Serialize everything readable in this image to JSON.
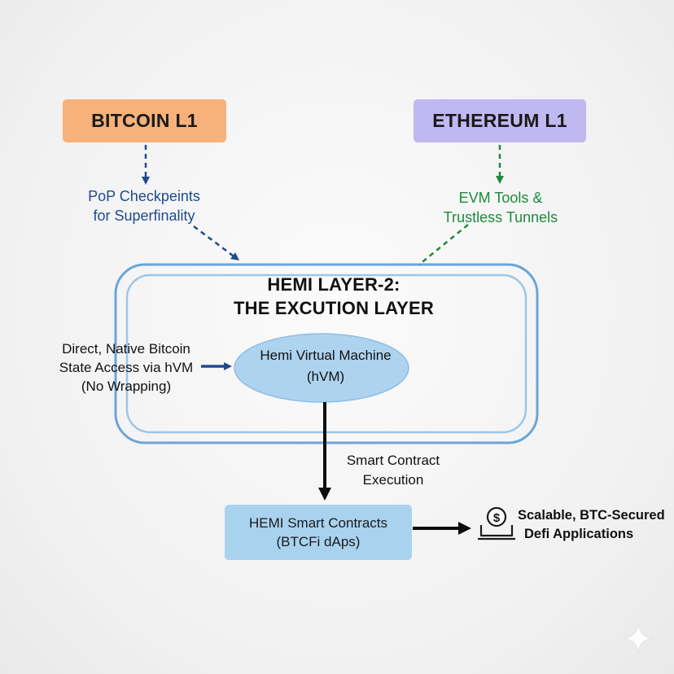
{
  "nodes": {
    "bitcoin": "BITCOIN L1",
    "ethereum": "ETHEREUM L1",
    "hemi_title_line1": "HEMI LAYER-2:",
    "hemi_title_line2": "THE EXCUTION LAYER",
    "hvm_line1": "Hemi Virtual Machine",
    "hvm_line2": "(hVM)",
    "contracts_line1": "HEMI Smart Contracts",
    "contracts_line2": "(BTCFi dAps)"
  },
  "edge_labels": {
    "pop_line1": "PoP Checkpeints",
    "pop_line2": "for Superfinality",
    "evm_line1": "EVM Tools &",
    "evm_line2": "Trustless Tunnels",
    "direct_line1": "Direct, Native Bitcoin",
    "direct_line2": "State Access via hVM",
    "direct_line3": "(No Wrapping)",
    "exec_line1": "Smart Contract",
    "exec_line2": "Execution",
    "scalable_line1": "Scalable, BTC-Secured",
    "scalable_line2": "Defi Applications"
  },
  "icons": {
    "dollar_device": "dollar-device-icon",
    "sparkle": "sparkle-icon"
  },
  "colors": {
    "bitcoin": "#f6b27a",
    "ethereum": "#c0b8f1",
    "hemi_border": "#6aa6d8",
    "hvm_fill": "#aed3ef",
    "contracts_fill": "#a9d2ef",
    "pop_text": "#1f4a8e",
    "evm_text": "#1e8a3c"
  }
}
